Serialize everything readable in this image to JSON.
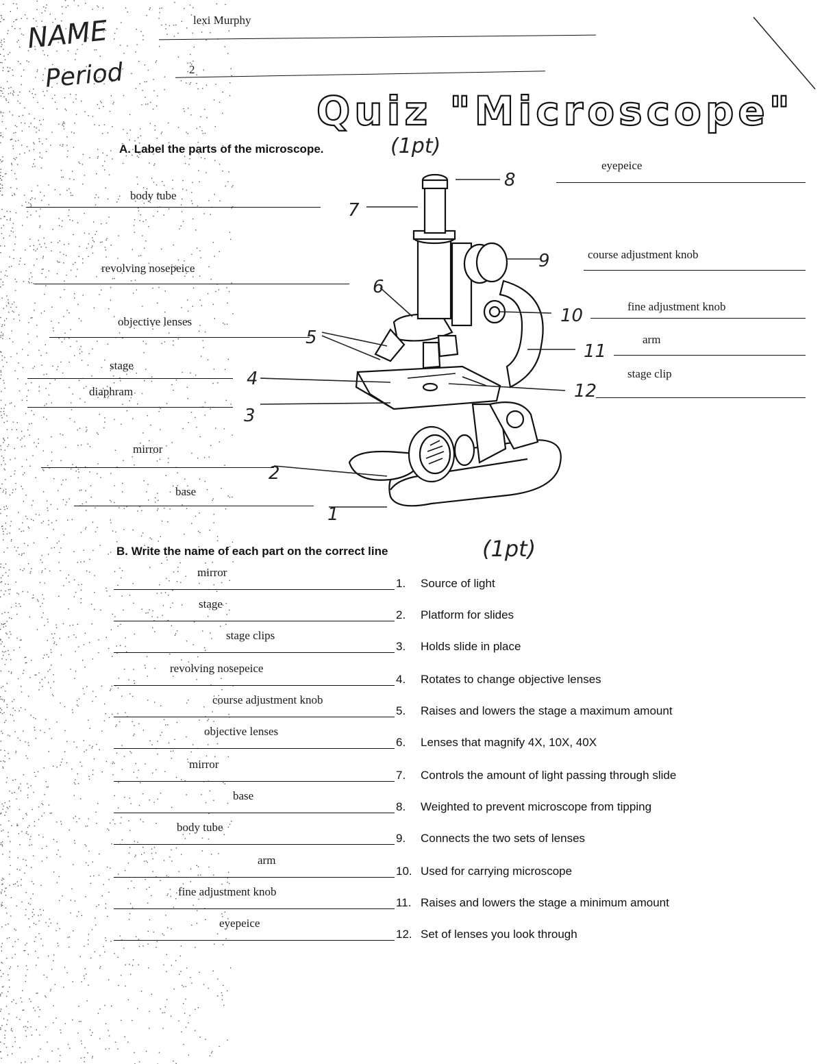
{
  "header": {
    "name_label": "NAME",
    "name_value": "lexi Murphy",
    "period_label": "Period",
    "period_value": "2"
  },
  "title": "Quiz \"Microscope\"",
  "section_a": {
    "heading": "A.  Label the parts of the microscope.",
    "points": "(1pt)",
    "answers": [
      {
        "num": "1",
        "answer": "base"
      },
      {
        "num": "2",
        "answer": "mirror"
      },
      {
        "num": "3",
        "answer": "diaphram"
      },
      {
        "num": "4",
        "answer": "stage"
      },
      {
        "num": "5",
        "answer": "objective lenses"
      },
      {
        "num": "6",
        "answer": "revolving nosepeice"
      },
      {
        "num": "7",
        "answer": "body tube"
      },
      {
        "num": "8",
        "answer": "eyepeice"
      },
      {
        "num": "9",
        "answer": "course adjustment knob"
      },
      {
        "num": "10",
        "answer": "fine adjustment knob"
      },
      {
        "num": "11",
        "answer": "arm"
      },
      {
        "num": "12",
        "answer": "stage clip"
      }
    ]
  },
  "section_b": {
    "heading": "B.  Write the name of each part on the correct line",
    "points": "(1pt)",
    "items": [
      {
        "num": "1.",
        "answer": "mirror",
        "desc": "Source of light"
      },
      {
        "num": "2.",
        "answer": "stage",
        "desc": "Platform for slides"
      },
      {
        "num": "3.",
        "answer": "stage clips",
        "desc": "Holds slide in place"
      },
      {
        "num": "4.",
        "answer": "revolving nosepeice",
        "desc": "Rotates to change objective lenses"
      },
      {
        "num": "5.",
        "answer": "course adjustment knob",
        "desc": "Raises and lowers the stage a maximum amount"
      },
      {
        "num": "6.",
        "answer": "objective lenses",
        "desc": "Lenses that magnify 4X, 10X, 40X"
      },
      {
        "num": "7.",
        "answer": "mirror",
        "desc": "Controls the amount of light passing through slide"
      },
      {
        "num": "8.",
        "answer": "base",
        "desc": "Weighted to prevent microscope from tipping"
      },
      {
        "num": "9.",
        "answer": "body tube",
        "desc": "Connects the two sets of lenses"
      },
      {
        "num": "10.",
        "answer": "arm",
        "desc": "Used for carrying microscope"
      },
      {
        "num": "11.",
        "answer": "fine adjustment knob",
        "desc": "Raises and lowers the stage a minimum amount"
      },
      {
        "num": "12.",
        "answer": "eyepeice",
        "desc": "Set of lenses you look through"
      }
    ]
  }
}
